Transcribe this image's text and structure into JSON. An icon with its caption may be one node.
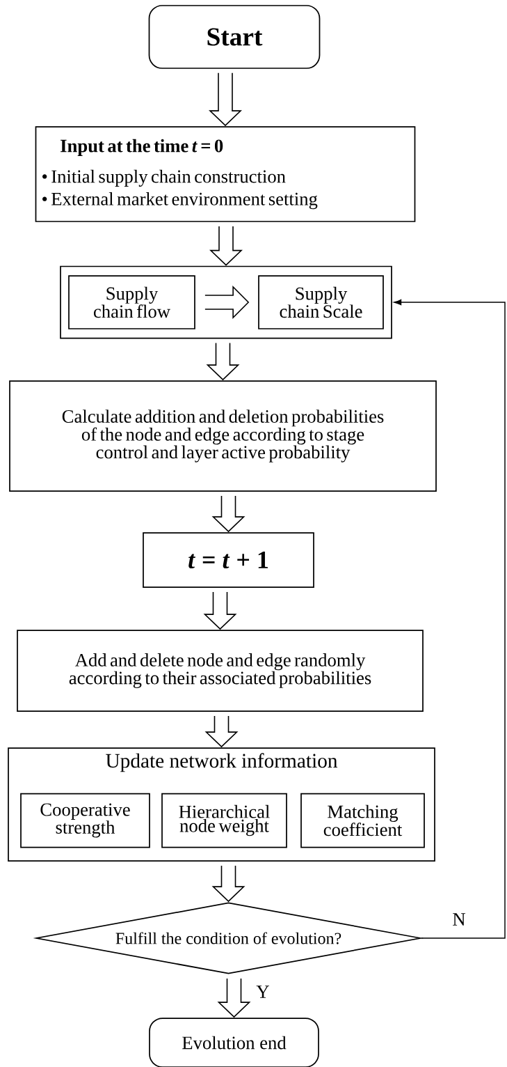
{
  "diagram": {
    "nodes": [
      {
        "text": [
          "Start"
        ]
      },
      {
        "text": [
          "Input at the time *t* = 0",
          "• Initial supply chain construction",
          "• External market environment setting"
        ]
      },
      {
        "text": [],
        "shape": "box"
      },
      {
        "text": [
          "Supply chain flow"
        ],
        "in": 2
      },
      {
        "text": [
          "Supply chain Scale"
        ],
        "in": 2
      },
      {
        "text": [
          "Calculate addition and deletion probabilities of the node and edge according to stage control and layer active probability"
        ]
      },
      {
        "text": [
          "*t* = *t* + 1"
        ]
      },
      {
        "text": [
          "Add and delete node and edge randomly according to their associated probabilities"
        ]
      },
      {
        "text": [
          "Update network information"
        ]
      },
      {
        "text": [
          "Cooperative strength"
        ],
        "in": 8
      },
      {
        "text": [
          "Hierarchical node weight"
        ],
        "in": 8
      },
      {
        "text": [
          "Matching coefficient"
        ],
        "in": 8
      },
      {
        "text": [
          "Fulfill the condition of evolution?"
        ]
      },
      {
        "text": [
          "Evolution end"
        ]
      }
    ],
    "edges": [
      {
        "from": 0,
        "to": 1,
        "arrow": "to"
      },
      {
        "from": 1,
        "to": 2,
        "arrow": "to"
      },
      {
        "from": 3,
        "to": 4,
        "arrow": "to"
      },
      {
        "from": 2,
        "to": 5,
        "arrow": "to"
      },
      {
        "from": 5,
        "to": 6,
        "arrow": "to"
      },
      {
        "from": 6,
        "to": 7,
        "arrow": "to"
      },
      {
        "from": 7,
        "to": 8,
        "arrow": "to"
      },
      {
        "from": 8,
        "to": 12,
        "arrow": "to"
      },
      {
        "from": 12,
        "to": 13,
        "arrow": "to",
        "label": "Y"
      },
      {
        "from": 12,
        "to": 2,
        "arrow": "to",
        "label": "N"
      }
    ]
  }
}
